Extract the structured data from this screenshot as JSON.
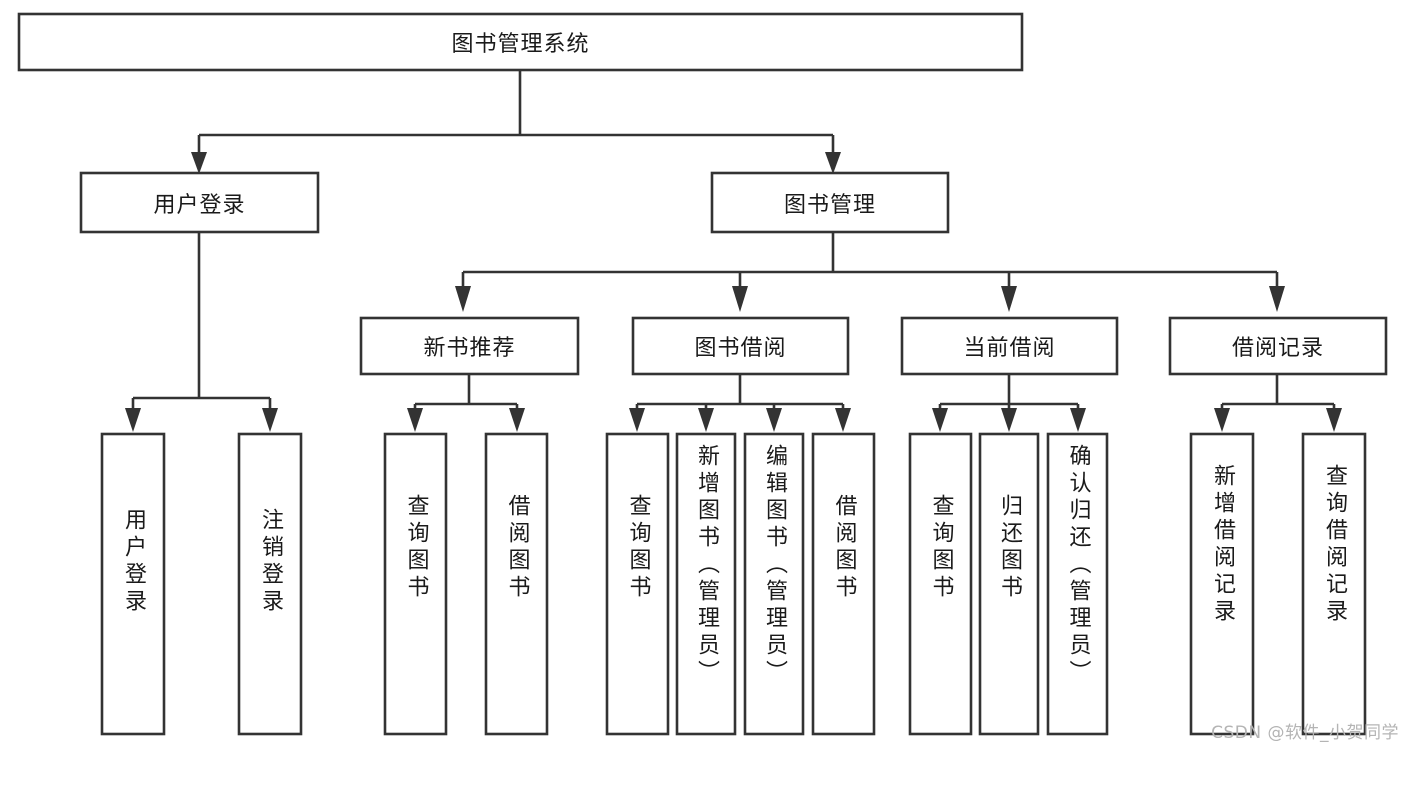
{
  "diagram": {
    "type": "tree-hierarchy-diagram",
    "title": "图书管理系统",
    "watermark": "CSDN @软件_小贺同学",
    "colors": {
      "background": "#ffffff",
      "stroke": "#333333",
      "text": "#1a1a1a",
      "watermark": "#b4b4b4"
    },
    "levels": [
      {
        "level": 0,
        "nodes": [
          {
            "id": "root",
            "label": "图书管理系统",
            "orientation": "horizontal"
          }
        ]
      },
      {
        "level": 1,
        "nodes": [
          {
            "id": "user-login",
            "label": "用户登录",
            "orientation": "horizontal",
            "parent": "root"
          },
          {
            "id": "book-manage",
            "label": "图书管理",
            "orientation": "horizontal",
            "parent": "root"
          }
        ]
      },
      {
        "level": 2,
        "nodes": [
          {
            "id": "new-book-rec",
            "label": "新书推荐",
            "orientation": "horizontal",
            "parent": "book-manage"
          },
          {
            "id": "book-borrow",
            "label": "图书借阅",
            "orientation": "horizontal",
            "parent": "book-manage"
          },
          {
            "id": "current-borrow",
            "label": "当前借阅",
            "orientation": "horizontal",
            "parent": "book-manage"
          },
          {
            "id": "borrow-record",
            "label": "借阅记录",
            "orientation": "horizontal",
            "parent": "book-manage"
          }
        ]
      },
      {
        "level": 3,
        "nodes": [
          {
            "id": "leaf-user-login",
            "label": "用户登录",
            "orientation": "vertical",
            "parent": "user-login"
          },
          {
            "id": "leaf-user-logout",
            "label": "注销登录",
            "orientation": "vertical",
            "parent": "user-login"
          },
          {
            "id": "leaf-query-book-1",
            "label": "查询图书",
            "orientation": "vertical",
            "parent": "new-book-rec"
          },
          {
            "id": "leaf-borrow-book-1",
            "label": "借阅图书",
            "orientation": "vertical",
            "parent": "new-book-rec"
          },
          {
            "id": "leaf-query-book-2",
            "label": "查询图书",
            "orientation": "vertical",
            "parent": "book-borrow"
          },
          {
            "id": "leaf-add-book",
            "label": "新增图书（管理员）",
            "orientation": "vertical",
            "parent": "book-borrow"
          },
          {
            "id": "leaf-edit-book",
            "label": "编辑图书（管理员）",
            "orientation": "vertical",
            "parent": "book-borrow"
          },
          {
            "id": "leaf-borrow-book-2",
            "label": "借阅图书",
            "orientation": "vertical",
            "parent": "book-borrow"
          },
          {
            "id": "leaf-query-book-3",
            "label": "查询图书",
            "orientation": "vertical",
            "parent": "current-borrow"
          },
          {
            "id": "leaf-return-book",
            "label": "归还图书",
            "orientation": "vertical",
            "parent": "current-borrow"
          },
          {
            "id": "leaf-confirm-return",
            "label": "确认归还（管理员）",
            "orientation": "vertical",
            "parent": "current-borrow"
          },
          {
            "id": "leaf-add-record",
            "label": "新增借阅记录",
            "orientation": "vertical",
            "parent": "borrow-record"
          },
          {
            "id": "leaf-query-record",
            "label": "查询借阅记录",
            "orientation": "vertical",
            "parent": "borrow-record"
          }
        ]
      }
    ]
  }
}
